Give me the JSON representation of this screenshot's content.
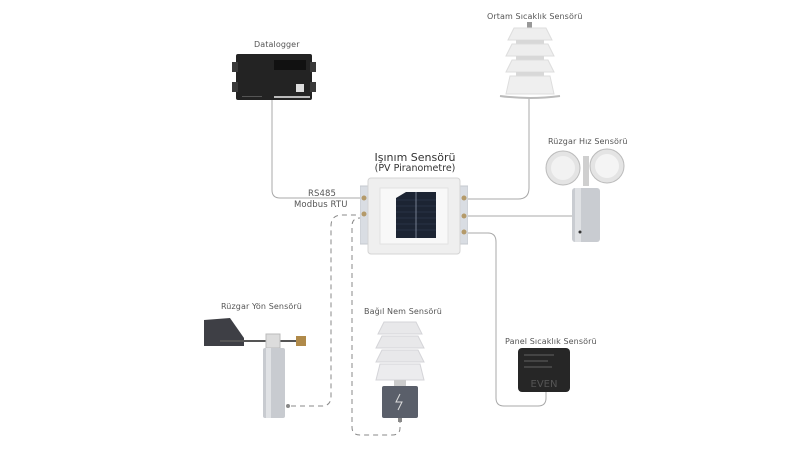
{
  "diagram": {
    "title": "Işınım Sensörü",
    "subtitle": "(PV Piranometre)",
    "protocol": {
      "line1": "RS485",
      "line2": "Modbus RTU"
    },
    "devices": {
      "datalogger": {
        "label": "Datalogger"
      },
      "ambient_temp": {
        "label": "Ortam Sıcaklık Sensörü"
      },
      "wind_speed": {
        "label": "Rüzgar Hız Sensörü"
      },
      "wind_direction": {
        "label": "Rüzgar Yön Sensörü"
      },
      "humidity": {
        "label": "Bağıl Nem Sensörü"
      },
      "panel_temp": {
        "label": "Panel Sıcaklık Sensörü",
        "brand": "EVEN"
      }
    },
    "connections": [
      {
        "from": "datalogger",
        "to": "irradiance_sensor",
        "style": "solid"
      },
      {
        "from": "ambient_temp",
        "to": "irradiance_sensor",
        "style": "solid"
      },
      {
        "from": "wind_speed",
        "to": "irradiance_sensor",
        "style": "solid"
      },
      {
        "from": "panel_temp",
        "to": "irradiance_sensor",
        "style": "solid"
      },
      {
        "from": "wind_direction",
        "to": "irradiance_sensor",
        "style": "dashed"
      },
      {
        "from": "humidity",
        "to": "irradiance_sensor",
        "style": "dashed"
      }
    ],
    "colors": {
      "wire": "#9a9a9a",
      "dark_device": "#2b2b2b",
      "metal": "#c9ccd1"
    }
  }
}
